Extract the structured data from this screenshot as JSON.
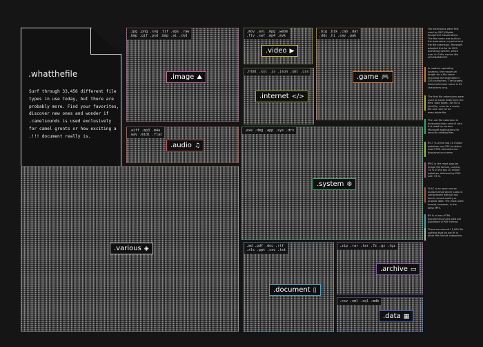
{
  "intro": {
    "title": ".whatthefile",
    "text": "Surf through 33,456 different file types in use today, but there are probably more. Find your favorites, discover new ones and wonder if .camelsounds is used exclusively for camel grunts or how exciting a .!!! document really is."
  },
  "categories": [
    {
      "label": ".image",
      "icon": "image-icon",
      "glyph": "⛰",
      "color": "#b85c8c",
      "extensions": ".jpg .png .svg .tif .eps .raw\n.bmp .gif .psd .bmp .ai .ckd"
    },
    {
      "label": ".video",
      "icon": "play-icon",
      "glyph": "▶",
      "color": "#cfc24a",
      "extensions": ".mov .avi .mpg .webm\n.flv .swf .mp4 .mvk"
    },
    {
      "label": ".game",
      "icon": "gamepad-icon",
      "glyph": "🎮",
      "color": "#c8743a",
      "extensions": ".big .bik .cab .dat\n.dds .hi .sav .pak"
    },
    {
      "label": ".internet",
      "icon": "code-icon",
      "glyph": "</>",
      "color": "#9cbc3a",
      "extensions": ".html .xsl .js .json .xml .css"
    },
    {
      "label": ".audio",
      "icon": "music-note-icon",
      "glyph": "♫",
      "color": "#c04a48",
      "extensions": ".aiff .mp3 .m4a\n.wav .midi .flac"
    },
    {
      "label": ".system",
      "icon": "gear-icon",
      "glyph": "⚙",
      "color": "#3aa86a",
      "extensions": ".exe .dmg .app .sys .drv"
    },
    {
      "label": ".various",
      "icon": "layers-icon",
      "glyph": "◈",
      "color": "#bbbbbb",
      "extensions": ""
    },
    {
      "label": ".document",
      "icon": "document-icon",
      "glyph": "▯",
      "color": "#4aa0c0",
      "extensions": ".md .pdf .doc .rtf\n.xls .ppt .csv .txt"
    },
    {
      "label": ".archive",
      "icon": "folder-icon",
      "glyph": "▭",
      "color": "#8a5ab0",
      "extensions": ".zip .rar .tar .7z .gz .tgz"
    },
    {
      "label": ".data",
      "icon": "table-icon",
      "glyph": "▦",
      "color": "#4a68c0",
      "extensions": ".csv .xml .sql .mdb"
    }
  ],
  "notes": [
    {
      "text": "File extensions were first used by DEC (Digital Equipment Corporation). The file name was built on the basename, a period and the file extension. Microsoft adopted this for its DOS operating system, which uses 8+3 file names like aFILENAME.EXT.",
      "color": "#151515"
    },
    {
      "text": "In modern operating systems, the maximum length for a file name including the extension is 255 characters. The longest listed extension name is 40 characters long.",
      "color": "#c8743a"
    },
    {
      "text": "The first file extensions were used to easily determine the files' data types: .txt for a text file, .mus for a music file and .exe for an executable file.",
      "color": "#9cbc3a"
    },
    {
      "text": "The .cat file extension is disappointingly void of cats. It is used by various Microsoft applications for security catalog files.",
      "color": "#3aa86a"
    },
    {
      "text": "95.7 % of the top 10 million websites use CSS to define how HTML elements are displayed on screen.",
      "color": "#9cbc3a"
    },
    {
      "text": "JPEG is the most popular image file format, used by 74 % of the top 10 million websites, followed by PNG with 73 %.",
      "color": "#b85c8c"
    },
    {
      "text": "FLAC is an open source audio format where audio is compressed without any loss in sound quality or original data. The most used format, however, is the lossy MP3.",
      "color": "#c04a48"
    },
    {
      "text": "89 % of non-HTML documents on the web are published in PDF format.",
      "color": "#4aa0c0"
    },
    {
      "text": "There are around 11,000 file suffixes that do not fit in other file format categories.",
      "color": "#bbbbbb"
    }
  ]
}
